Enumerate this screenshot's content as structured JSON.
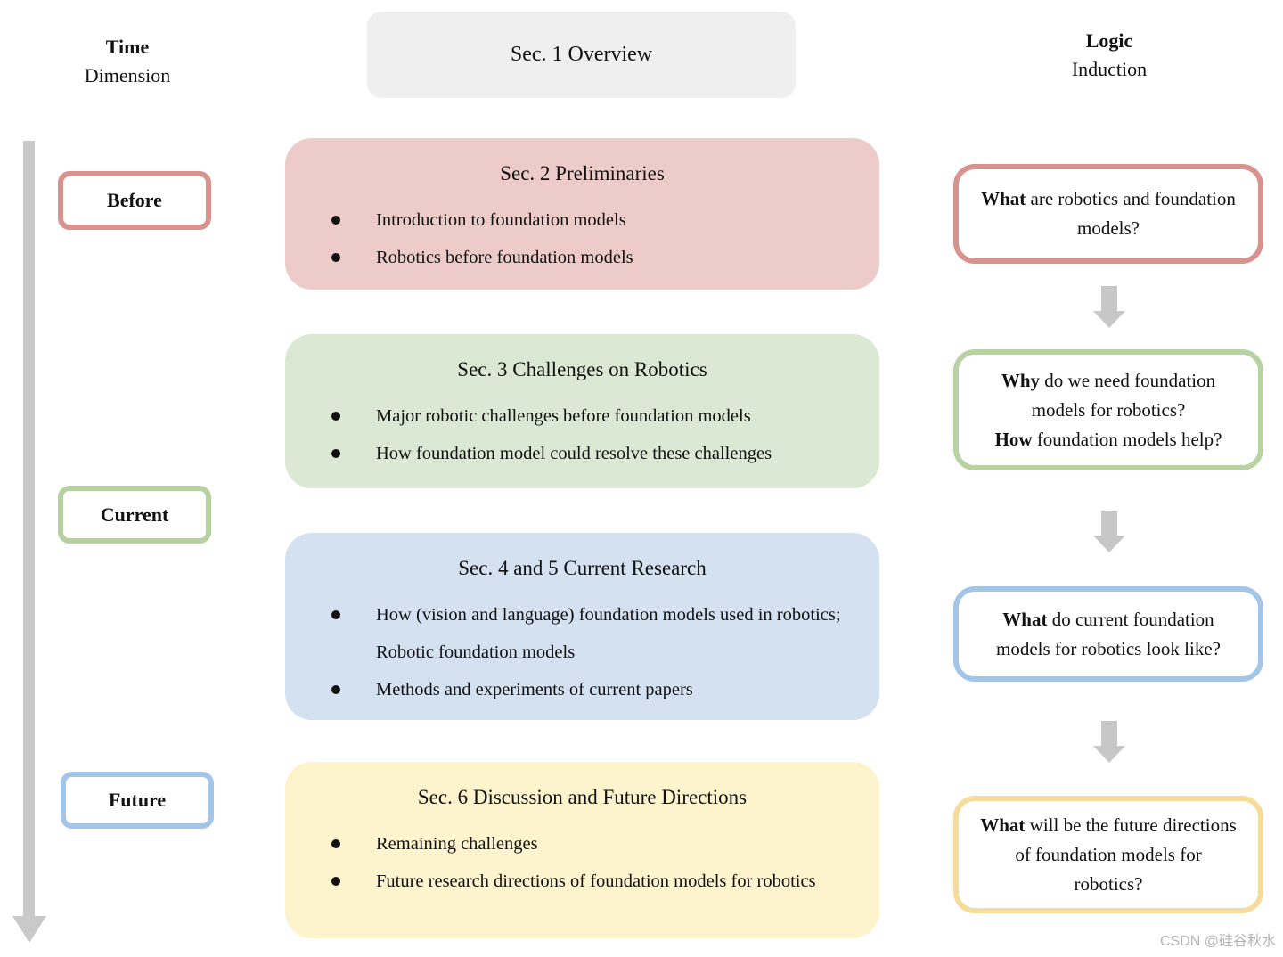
{
  "figure": {
    "watermark": "CSDN @硅谷秋水"
  },
  "time_column": {
    "heading_bold": "Time",
    "heading_rest": "Dimension",
    "labels": [
      {
        "text": "Before"
      },
      {
        "text": "Current"
      },
      {
        "text": "Future"
      }
    ]
  },
  "overview_box": {
    "title": "Sec. 1 Overview"
  },
  "sections": [
    {
      "title": "Sec. 2 Preliminaries",
      "bullets": [
        "Introduction to foundation models",
        "Robotics before foundation models"
      ]
    },
    {
      "title": "Sec. 3 Challenges on Robotics",
      "bullets": [
        "Major robotic challenges before foundation models",
        "How foundation model could resolve these challenges"
      ]
    },
    {
      "title": "Sec. 4 and 5 Current Research",
      "bullets": [
        "How (vision and language) foundation models used in robotics; Robotic foundation models",
        "Methods and experiments of current papers"
      ]
    },
    {
      "title": "Sec. 6 Discussion and Future Directions",
      "bullets": [
        "Remaining challenges",
        "Future research directions of foundation models for robotics"
      ]
    }
  ],
  "logic_column": {
    "heading_bold": "Logic",
    "heading_rest": "Induction",
    "questions": [
      {
        "segments": [
          {
            "bold": "What",
            "text": " are robotics and foundation models?"
          }
        ]
      },
      {
        "segments": [
          {
            "bold": "Why",
            "text": " do we need foundation models for robotics?"
          },
          {
            "bold": "How",
            "text": " foundation models help?"
          }
        ]
      },
      {
        "segments": [
          {
            "bold": "What",
            "text": " do current foundation models for robotics look like?"
          }
        ]
      },
      {
        "segments": [
          {
            "bold": "What",
            "text": " will be the future directions of foundation models for robotics?"
          }
        ]
      }
    ]
  },
  "colors": {
    "pink_fill": "#edcbc8",
    "pink_border": "#d9938e",
    "green_fill": "#dbe8d3",
    "green_border": "#b8d2a4",
    "blue_fill": "#d3e1f1",
    "blue_border": "#a2c5e8",
    "yellow_fill": "#fdf3cd",
    "yellow_border": "#f6dc9a",
    "overview_fill": "#efefef",
    "arrow_gray": "#c7c7c7"
  }
}
